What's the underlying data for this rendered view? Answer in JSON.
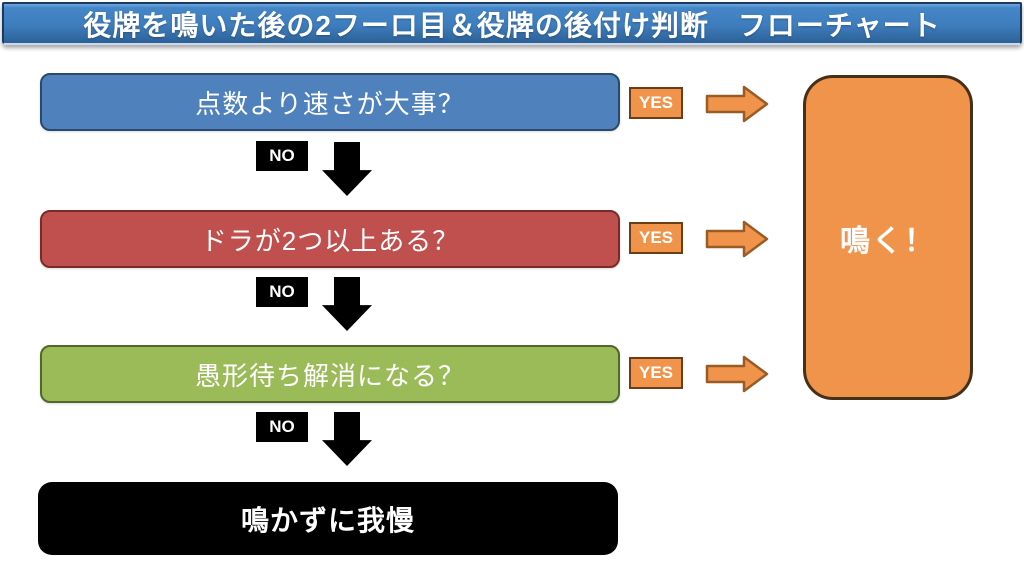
{
  "title": {
    "text": "役牌を鳴いた後の2フーロ目＆役牌の後付け判断　フローチャート"
  },
  "flow": {
    "questions": [
      {
        "label": "点数より速さが大事？",
        "fill": "#4F81BD",
        "border": "#2A4A6B"
      },
      {
        "label": "ドラが2つ以上ある？",
        "fill": "#C0504D",
        "border": "#7A2B28"
      },
      {
        "label": "愚形待ち解消になる？",
        "fill": "#9BBB59",
        "border": "#50682A"
      }
    ],
    "yes_label": "YES",
    "no_label": "NO",
    "result_yes": {
      "label": "鳴く！"
    },
    "result_no": {
      "label": "鳴かずに我慢"
    }
  },
  "colors": {
    "orange_fill": "#F0944B",
    "yes_border": "#6B3E17",
    "arrow_stroke": "#9A5B25",
    "result_border": "#46301A",
    "black": "#000000",
    "title_blue": "#3E7DBD"
  }
}
